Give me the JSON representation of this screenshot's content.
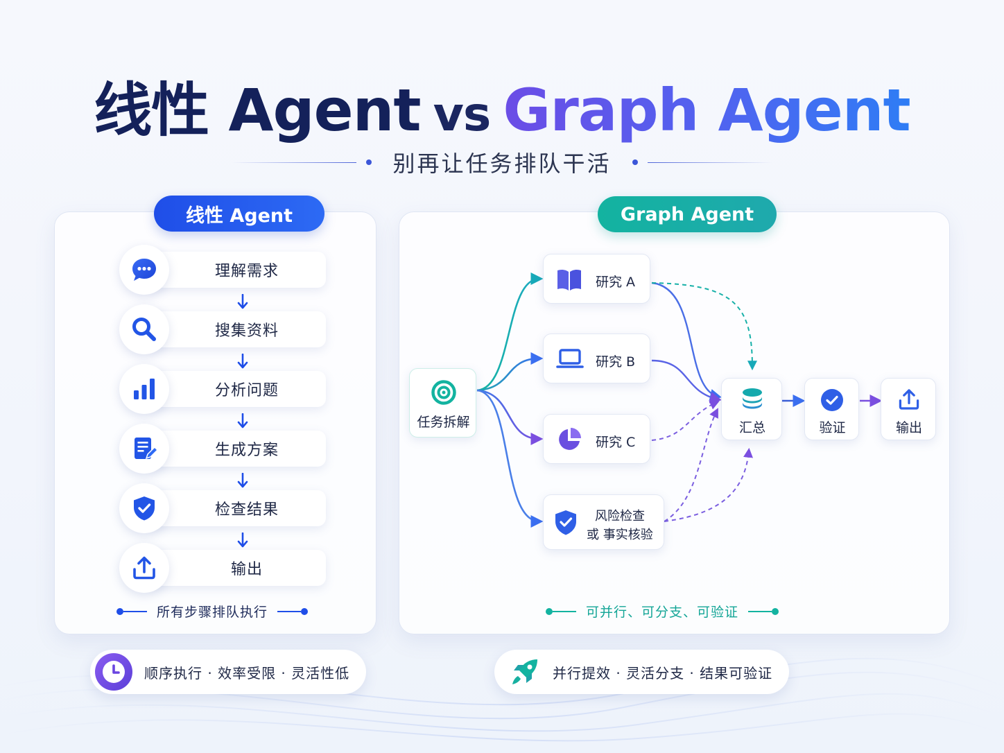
{
  "title": {
    "part1": "线性 Agent",
    "vs": "vs",
    "part2": "Graph Agent"
  },
  "subtitle": "别再让任务排队干活",
  "linear": {
    "label": "线性 Agent",
    "steps": [
      {
        "label": "理解需求",
        "icon": "chat-bubble-icon"
      },
      {
        "label": "搜集资料",
        "icon": "search-icon"
      },
      {
        "label": "分析问题",
        "icon": "bar-chart-icon"
      },
      {
        "label": "生成方案",
        "icon": "document-edit-icon"
      },
      {
        "label": "检查结果",
        "icon": "shield-check-icon"
      },
      {
        "label": "输出",
        "icon": "upload-icon"
      }
    ],
    "footer": "所有步骤排队执行"
  },
  "graph": {
    "label": "Graph Agent",
    "nodes": {
      "decompose": "任务拆解",
      "research_a": "研究 A",
      "research_b": "研究 B",
      "research_c": "研究 C",
      "risk_line1": "风险检查",
      "risk_line2": "或 事实核验",
      "summary": "汇总",
      "verify": "验证",
      "output": "输出"
    },
    "footer": "可并行、可分支、可验证"
  },
  "bottom": {
    "left": "顺序执行 · 效率受限 · 灵活性低",
    "right": "并行提效 · 灵活分支 · 结果可验证"
  },
  "colors": {
    "blue": "#1f4ee8",
    "teal": "#13b3a0",
    "purple": "#7b4fe0",
    "dark": "#14215a"
  }
}
